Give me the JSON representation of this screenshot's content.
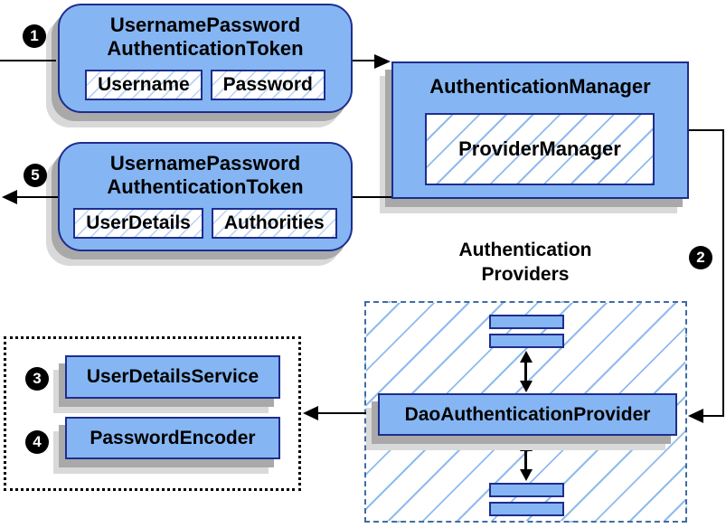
{
  "colors": {
    "bg": "#ffffff",
    "text_color": "#000000",
    "line_color": "#000000",
    "box_fill": "#85b6f3",
    "box_border": "#1f2d8e",
    "hatch_line": "#8fbbee",
    "hatch_line_light": "#b9d3f4",
    "dashed_border": "#3f6ca3",
    "shadow_dark": "#a9a9a9",
    "shadow_light": "#d9d9d9",
    "badge_bg": "#000000",
    "badge_text": "#ffffff"
  },
  "badges": {
    "step1": "1",
    "step2": "2",
    "step3": "3",
    "step4": "4",
    "step5": "5"
  },
  "request_token": {
    "title_line1": "UsernamePassword",
    "title_line2": "AuthenticationToken",
    "field1": "Username",
    "field2": "Password"
  },
  "auth_manager": {
    "title": "AuthenticationManager",
    "inner_label": "ProviderManager"
  },
  "result_token": {
    "title_line1": "UsernamePassword",
    "title_line2": "AuthenticationToken",
    "field1": "UserDetails",
    "field2": "Authorities"
  },
  "providers": {
    "label_line1": "Authentication",
    "label_line2": "Providers",
    "dao_label": "DaoAuthenticationProvider"
  },
  "services": {
    "user_details_service": "UserDetailsService",
    "password_encoder": "PasswordEncoder"
  }
}
